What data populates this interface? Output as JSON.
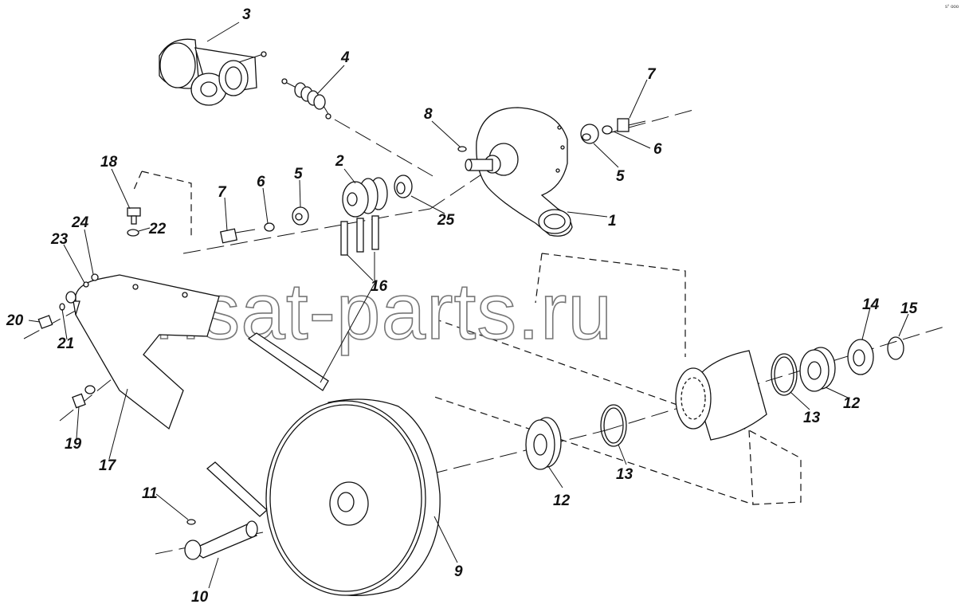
{
  "watermark": "ansat-parts.ru",
  "corner_code": "s° ooo",
  "callouts": {
    "c1": "1",
    "c2": "2",
    "c3": "3",
    "c4": "4",
    "c5a": "5",
    "c5b": "5",
    "c6a": "6",
    "c6b": "6",
    "c7a": "7",
    "c7b": "7",
    "c8": "8",
    "c9": "9",
    "c10": "10",
    "c11": "11",
    "c12a": "12",
    "c12b": "12",
    "c13a": "13",
    "c13b": "13",
    "c14": "14",
    "c15": "15",
    "c16": "16",
    "c17": "17",
    "c18": "18",
    "c19": "19",
    "c20": "20",
    "c21": "21",
    "c22": "22",
    "c23": "23",
    "c24": "24",
    "c25": "25"
  }
}
